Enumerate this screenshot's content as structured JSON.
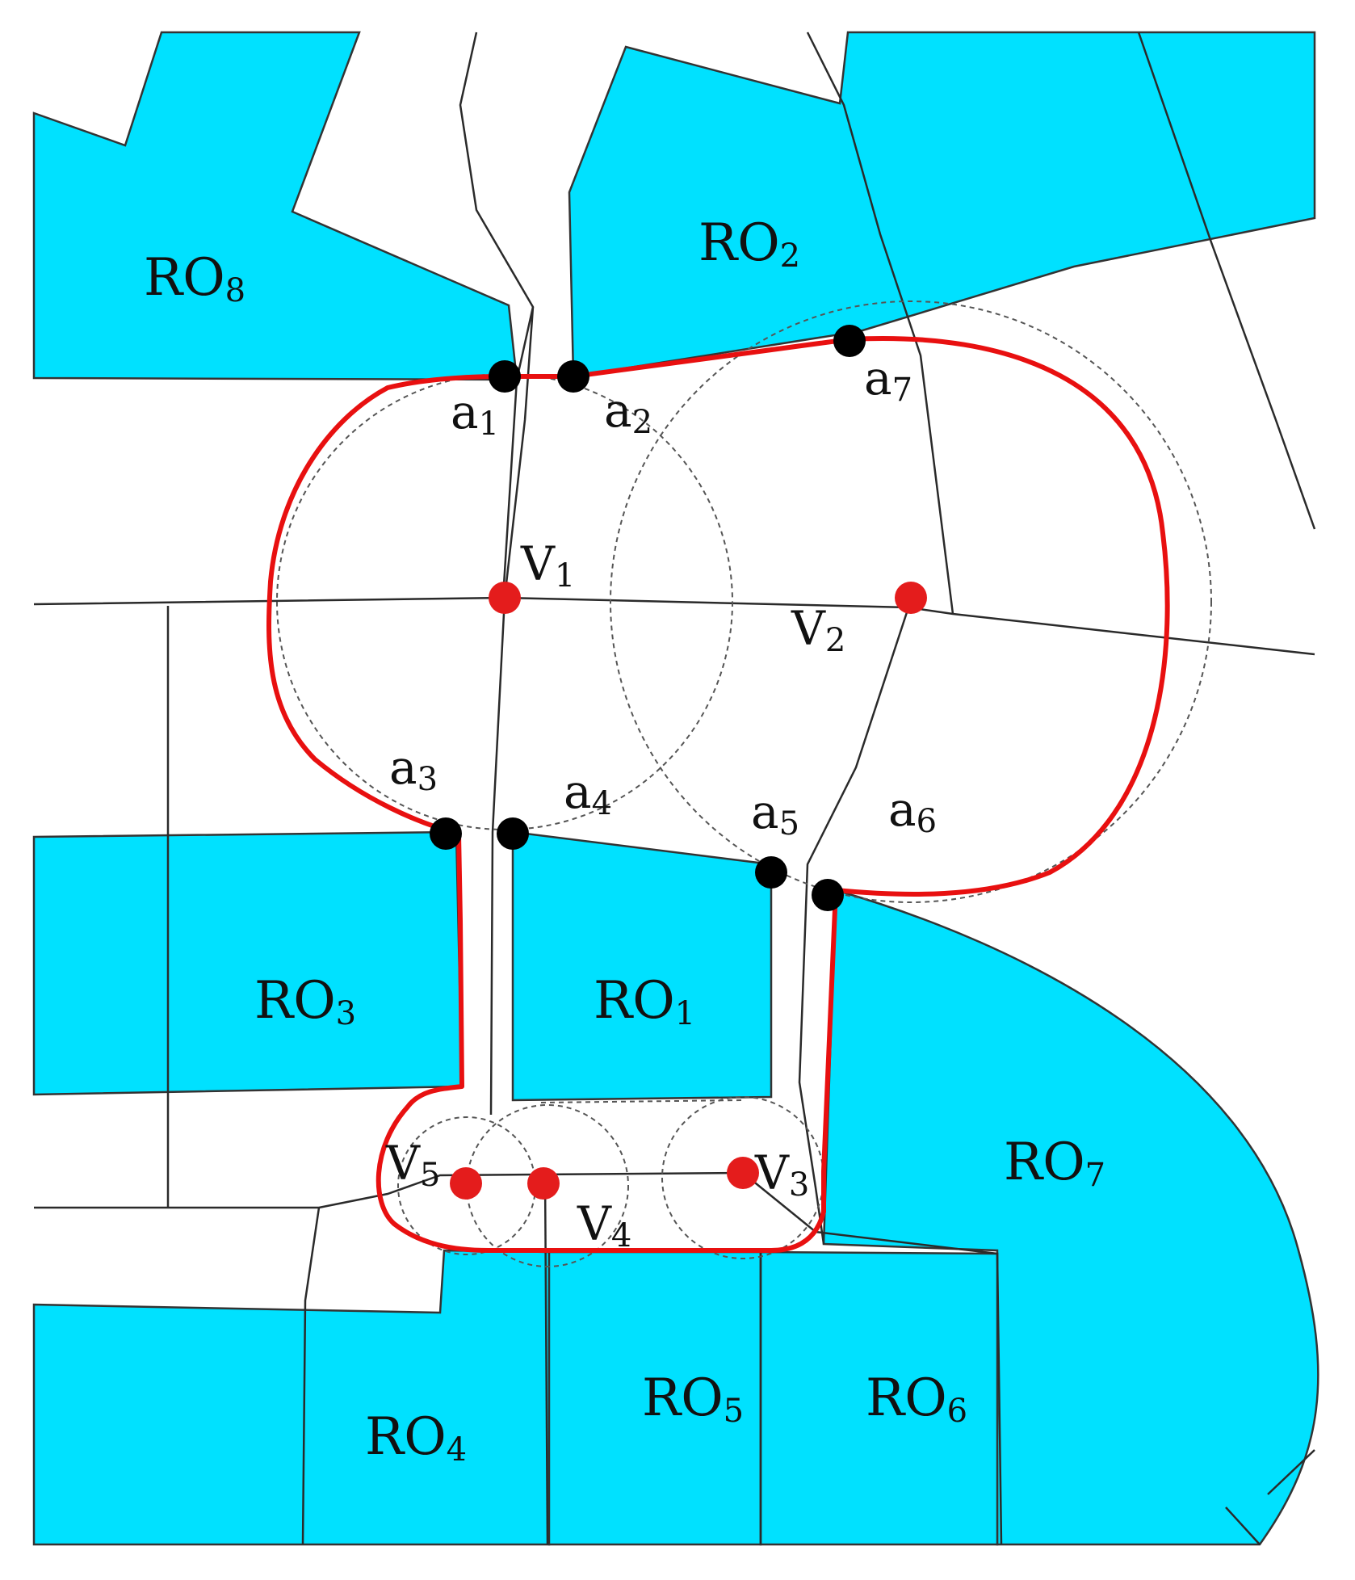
{
  "colors": {
    "region_fill": "#00e1ff",
    "buffer_outline": "#e81010",
    "intersection_point": "#000000",
    "vertex_point": "#e41c1c",
    "road_line": "#2a2a2a",
    "background": "#ffffff"
  },
  "regions": [
    {
      "id": "RO1",
      "base": "RO",
      "sub": "1"
    },
    {
      "id": "RO2",
      "base": "RO",
      "sub": "2"
    },
    {
      "id": "RO3",
      "base": "RO",
      "sub": "3"
    },
    {
      "id": "RO4",
      "base": "RO",
      "sub": "4"
    },
    {
      "id": "RO5",
      "base": "RO",
      "sub": "5"
    },
    {
      "id": "RO6",
      "base": "RO",
      "sub": "6"
    },
    {
      "id": "RO7",
      "base": "RO",
      "sub": "7"
    },
    {
      "id": "RO8",
      "base": "RO",
      "sub": "8"
    }
  ],
  "vertices": [
    {
      "id": "V1",
      "base": "V",
      "sub": "1"
    },
    {
      "id": "V2",
      "base": "V",
      "sub": "2"
    },
    {
      "id": "V3",
      "base": "V",
      "sub": "3"
    },
    {
      "id": "V4",
      "base": "V",
      "sub": "4"
    },
    {
      "id": "V5",
      "base": "V",
      "sub": "5"
    }
  ],
  "intersections": [
    {
      "id": "a1",
      "base": "a",
      "sub": "1"
    },
    {
      "id": "a2",
      "base": "a",
      "sub": "2"
    },
    {
      "id": "a3",
      "base": "a",
      "sub": "3"
    },
    {
      "id": "a4",
      "base": "a",
      "sub": "4"
    },
    {
      "id": "a5",
      "base": "a",
      "sub": "5"
    },
    {
      "id": "a6",
      "base": "a",
      "sub": "6"
    },
    {
      "id": "a7",
      "base": "a",
      "sub": "7"
    }
  ]
}
